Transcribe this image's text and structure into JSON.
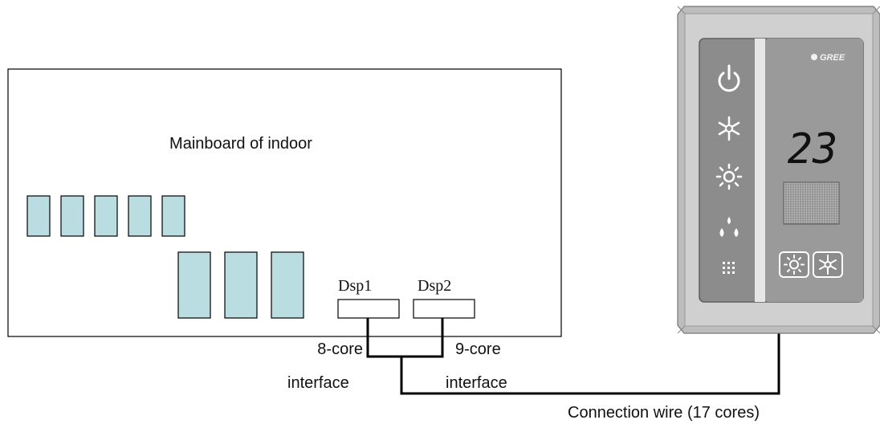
{
  "mainboard": {
    "title": "Mainboard of indoor",
    "small_blocks": 5,
    "tall_blocks": 3,
    "connectors": [
      "Dsp1",
      "Dsp2"
    ]
  },
  "wiring": {
    "left_interface": [
      "8-core",
      "interface"
    ],
    "right_interface": [
      "9-core",
      "interface"
    ],
    "wire_caption": "Connection wire (17 cores)"
  },
  "panel": {
    "brand": "GREE",
    "temperature": "23",
    "icons": [
      "power-icon",
      "snowflake-cool-icon",
      "sun-heat-icon",
      "water-drops-dry-icon",
      "keypad-dots-icon"
    ],
    "buttons": [
      "heat-button",
      "cool-button"
    ]
  },
  "colors": {
    "block_fill": "#b9dde0",
    "panel_frame": "#c9c9c9",
    "panel_face": "#8c8c8c",
    "panel_icon": "#ffffff"
  }
}
